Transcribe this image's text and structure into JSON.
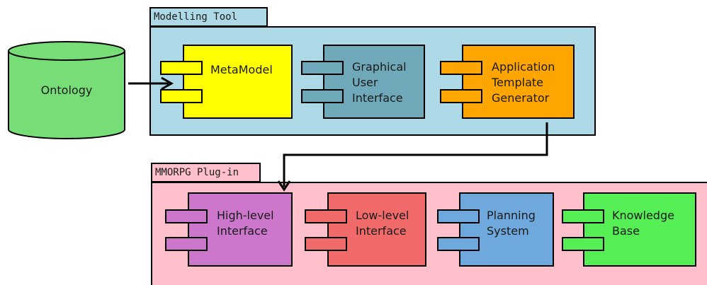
{
  "modelling_tool": {
    "title": "Modelling Tool",
    "fill": "#add8e6",
    "components": {
      "metamodel": {
        "line1": "MetaModel",
        "fill": "#ffff00"
      },
      "gui": {
        "line1": "Graphical",
        "line2": "User",
        "line3": "Interface",
        "fill": "#6fa8b8"
      },
      "generator": {
        "line1": "Application",
        "line2": "Template",
        "line3": "Generator",
        "fill": "#ffa500"
      }
    }
  },
  "ontology": {
    "label": "Ontology",
    "fill": "#77dd77"
  },
  "plugin": {
    "title": "MMORPG Plug-in",
    "fill": "#ffc0cb",
    "components": {
      "high": {
        "line1": "High-level",
        "line2": "Interface",
        "fill": "#cc77cc"
      },
      "low": {
        "line1": "Low-level",
        "line2": "Interface",
        "fill": "#f06a6a"
      },
      "planning": {
        "line1": "Planning",
        "line2": "System",
        "fill": "#6fa8dc"
      },
      "knowledge": {
        "line1": "Knowledge",
        "line2": "Base",
        "fill": "#55ee55"
      }
    }
  }
}
